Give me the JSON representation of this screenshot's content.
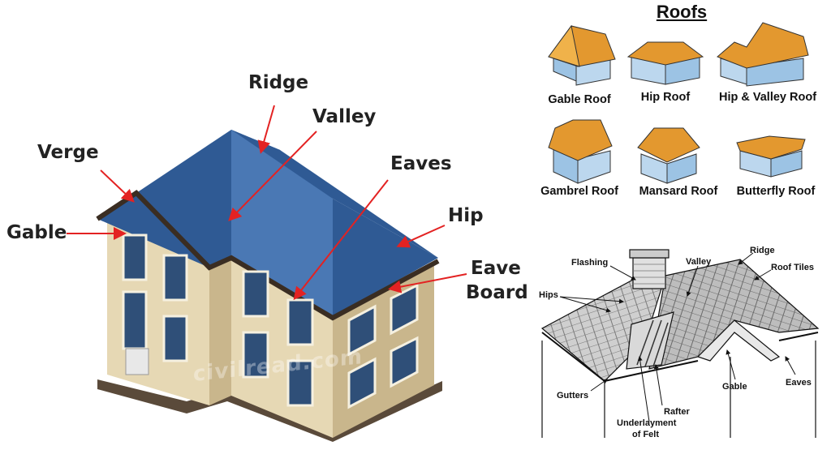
{
  "house_labels": {
    "ridge": "Ridge",
    "valley": "Valley",
    "verge": "Verge",
    "eaves": "Eaves",
    "gable": "Gable",
    "hip": "Hip",
    "eave_board_line1": "Eave",
    "eave_board_line2": "Board"
  },
  "watermark": "civilread.com",
  "roofs_title": "Roofs",
  "roof_types": [
    "Gable Roof",
    "Hip Roof",
    "Hip & Valley Roof",
    "Gambrel Roof",
    "Mansard Roof",
    "Butterfly Roof"
  ],
  "detail_labels": {
    "flashing": "Flashing",
    "valley": "Valley",
    "ridge": "Ridge",
    "roof_tiles": "Roof Tiles",
    "hips": "Hips",
    "gutters": "Gutters",
    "rafter": "Rafter",
    "underlayment_line1": "Underlayment",
    "underlayment_line2": "of Felt",
    "gable": "Gable",
    "eaves": "Eaves"
  },
  "colors": {
    "roof_blue": "#2f5a94",
    "roof_blue_light": "#4a78b4",
    "wall_cream": "#e6d8b4",
    "wall_shadow": "#c9b68c",
    "trim_brown": "#4a3a2a",
    "arrow_red": "#e32222",
    "mini_roof_orange": "#e3982f",
    "mini_wall_blue": "#bcd7ee"
  }
}
